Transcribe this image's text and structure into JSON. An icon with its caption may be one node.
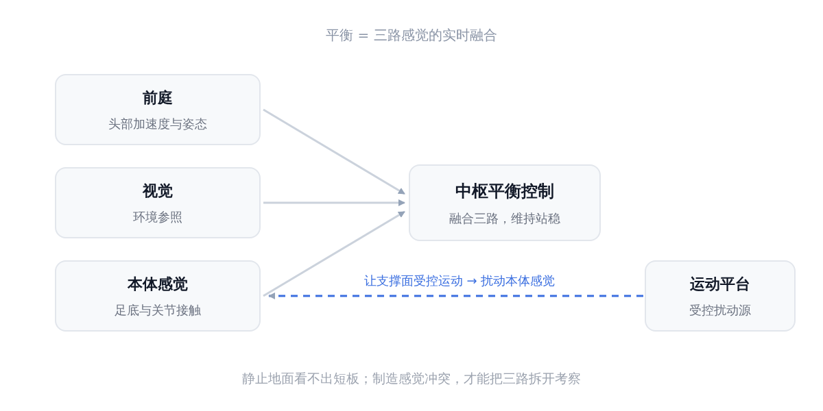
{
  "diagram": {
    "title": "平衡 = 三路感觉的实时融合",
    "caption": "静止地面看不出短板；制造感觉冲突，才能把三路拆开考察",
    "nodes": [
      {
        "text": [
          "前庭",
          "头部加速度与姿态"
        ]
      },
      {
        "text": [
          "视觉",
          "环境参照"
        ]
      },
      {
        "text": [
          "本体感觉",
          "足底与关节接触"
        ]
      },
      {
        "text": [
          "中枢平衡控制",
          "融合三路，维持站稳"
        ]
      },
      {
        "text": [
          "运动平台",
          "受控扰动源"
        ]
      }
    ],
    "edges": [
      {
        "from": 0,
        "to": 3,
        "arrow": "to"
      },
      {
        "from": 1,
        "to": 3,
        "arrow": "to"
      },
      {
        "from": 2,
        "to": 3,
        "arrow": "to"
      },
      {
        "from": 4,
        "to": 2,
        "arrow": "to",
        "label": "让支撑面受控运动 → 扰动本体感觉",
        "style": "dashed",
        "color": "#3b6fe0"
      }
    ]
  }
}
